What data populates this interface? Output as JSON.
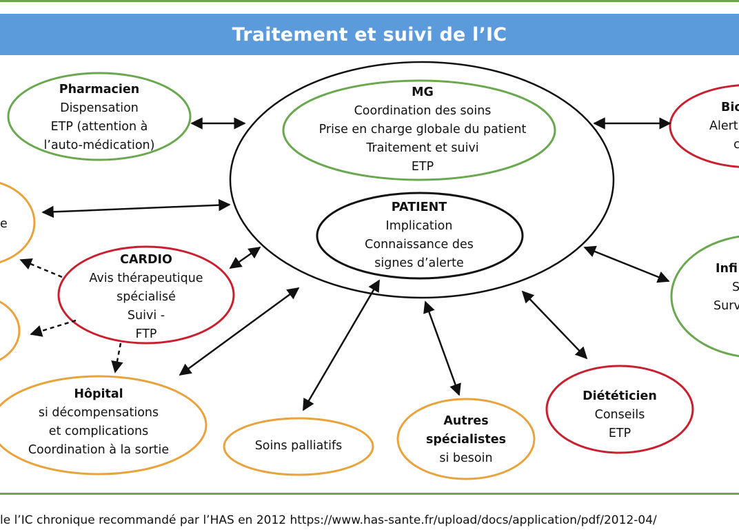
{
  "banner": {
    "title": "Traitement et suivi de l’IC"
  },
  "caption": "le l’IC chronique recommandé par l’HAS en 2012 https://www.has-sante.fr/upload/docs/application/pdf/2012-04/",
  "colors": {
    "green": "#6aa84f",
    "orange": "#e8a33c",
    "red": "#c8202f",
    "black": "#111111",
    "banner": "#5b9bdc"
  },
  "nodes": {
    "pharmacien": {
      "title": "Pharmacien",
      "lines": [
        "Dispensation",
        "ETP (attention à",
        "l’auto-médication)"
      ]
    },
    "mg": {
      "title": "MG",
      "lines": [
        "Coordination des soins",
        "Prise en charge globale du patient",
        "Traitement et suivi",
        "ETP"
      ]
    },
    "patient": {
      "title": "PATIENT",
      "lines": [
        "Implication",
        "Connaissance des",
        "signes d’alerte"
      ]
    },
    "bio": {
      "title": "Bio",
      "lines": [
        "Alert",
        "c"
      ]
    },
    "cardio": {
      "title": "CARDIO",
      "lines": [
        "Avis thérapeutique",
        "spécialisé",
        "Suivi -",
        "FTP"
      ]
    },
    "left_orange_top": {
      "lines": [
        "e"
      ]
    },
    "infirmier": {
      "title": "Infi",
      "lines": [
        "S",
        "Surv"
      ]
    },
    "hopital": {
      "title": "Hôpital",
      "lines": [
        "si décompensations",
        "et complications",
        "Coordination à la sortie"
      ]
    },
    "soins_palliatifs": {
      "lines": [
        "Soins palliatifs"
      ]
    },
    "autres": {
      "title": "Autres",
      "title2": "spécialistes",
      "lines": [
        "si besoin"
      ]
    },
    "dieteticien": {
      "title": "Diététicien",
      "lines": [
        "Conseils",
        "ETP"
      ]
    }
  }
}
